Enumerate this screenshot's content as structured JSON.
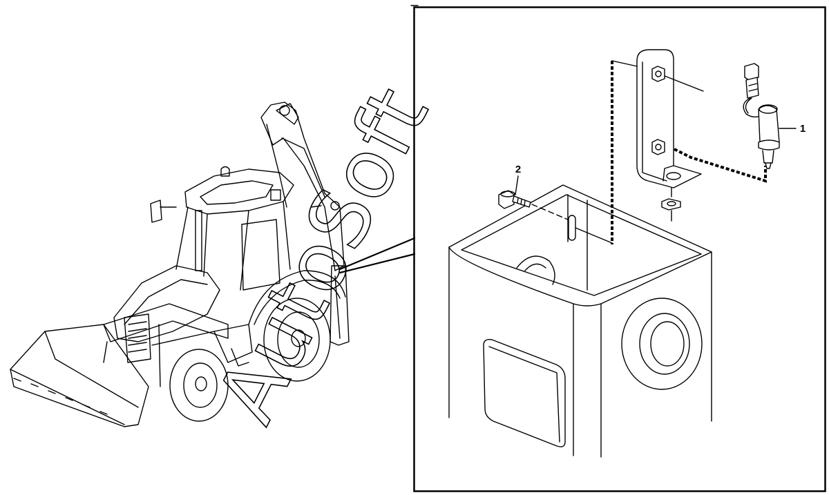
{
  "callouts": {
    "part_1": "1",
    "part_2": "2"
  },
  "watermark": {
    "text": "AutoSoft"
  }
}
